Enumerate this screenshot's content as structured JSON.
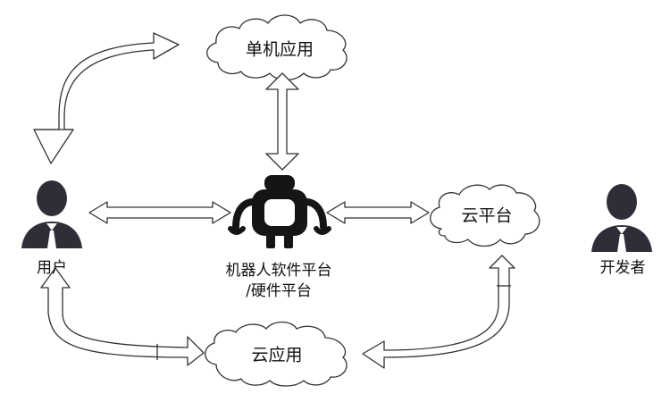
{
  "diagram": {
    "nodes": {
      "standalone_app": "单机应用",
      "cloud_platform": "云平台",
      "cloud_app": "云应用",
      "user": "用户",
      "developer": "开发者",
      "robot_line1": "机器人软件平台",
      "robot_line2": "/硬件平台"
    },
    "icons": {
      "user": "user-person-icon",
      "developer": "developer-person-icon",
      "robot": "robot-icon",
      "cloud": "cloud-shape"
    },
    "colors": {
      "stroke": "#333333",
      "fill": "#ffffff",
      "person": "#2e2e38",
      "robot": "#151515"
    }
  }
}
